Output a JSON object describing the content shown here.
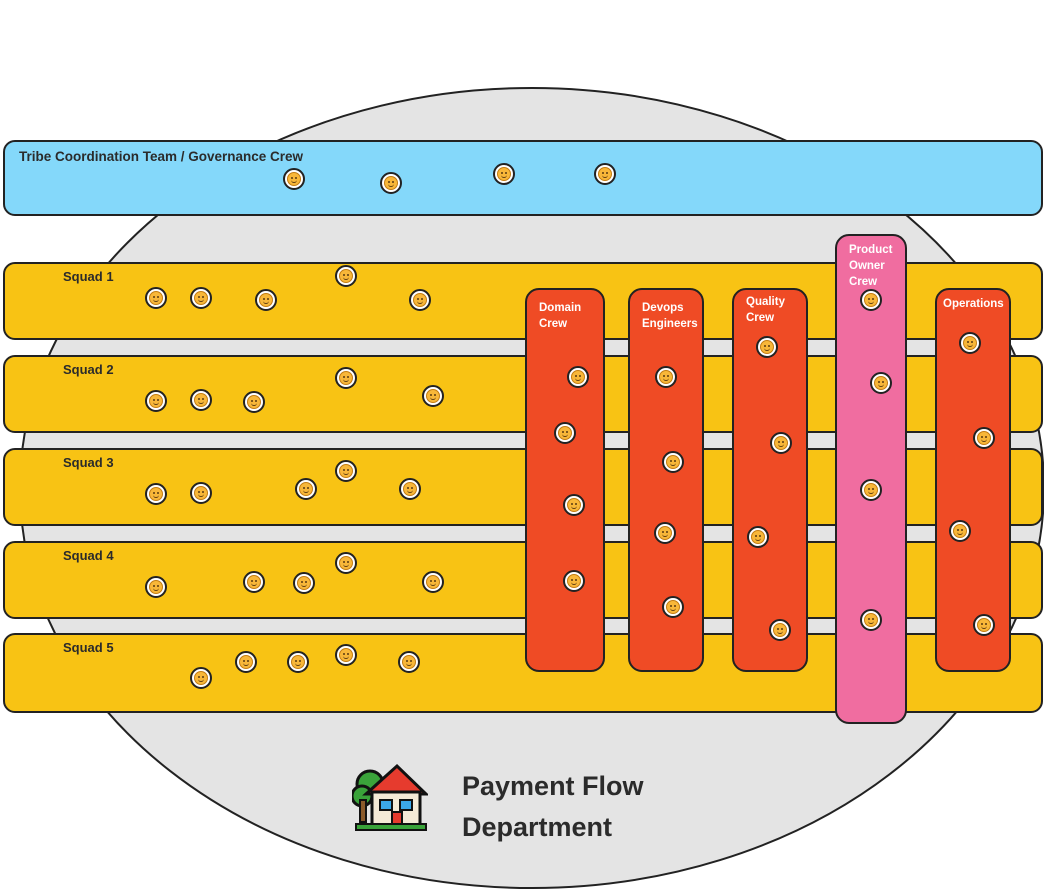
{
  "diagram": {
    "title_lines": [
      "Payment Flow",
      "Department"
    ],
    "house_icon": "house-with-garden-icon",
    "colors": {
      "background_circle": "#e4e4e4",
      "coordination_band": "#84d8fa",
      "squad_band": "#f8c314",
      "crew_column": "#ef4b25",
      "product_owner_column": "#f06da0",
      "outline": "#222222"
    },
    "coordination_team": {
      "label": "Tribe Coordination Team / Governance Crew",
      "member_icons": [
        "grinning-face-icon",
        "smiling-face-icon",
        "grinning-face-icon",
        "smiling-face-icon"
      ]
    },
    "squads": [
      {
        "label": "Squad 1",
        "member_icons": [
          "grinning-face-icon",
          "smiling-face-icon",
          "smiling-face-icon",
          "grinning-face-icon",
          "smiling-face-icon"
        ]
      },
      {
        "label": "Squad 2",
        "member_icons": [
          "grinning-face-icon",
          "smiling-face-icon",
          "smiling-face-icon",
          "grinning-face-icon",
          "smiling-face-icon"
        ]
      },
      {
        "label": "Squad 3",
        "member_icons": [
          "grinning-face-icon",
          "smiling-face-icon",
          "smiling-face-icon",
          "grinning-face-icon",
          "smiling-face-icon"
        ]
      },
      {
        "label": "Squad 4",
        "member_icons": [
          "grinning-face-icon",
          "smiling-face-icon",
          "smiling-face-icon",
          "grinning-face-icon",
          "smiling-face-icon"
        ]
      },
      {
        "label": "Squad 5",
        "member_icons": [
          "smiling-face-icon",
          "smiling-face-icon",
          "smiling-face-icon",
          "grinning-face-icon",
          "grinning-face-icon"
        ]
      }
    ],
    "crews": [
      {
        "label_lines": [
          "Domain",
          "Crew"
        ],
        "member_icons": [
          "smiling-face-icon",
          "smiling-face-icon",
          "smiling-face-icon",
          "smiling-face-icon"
        ]
      },
      {
        "label_lines": [
          "Devops",
          "Engineers"
        ],
        "member_icons": [
          "smiling-face-icon",
          "smiling-face-icon",
          "smiling-face-icon",
          "smiling-face-icon"
        ]
      },
      {
        "label_lines": [
          "Quality",
          "Crew"
        ],
        "member_icons": [
          "smiling-face-icon",
          "smiling-face-icon",
          "smiling-face-icon",
          "smiling-face-icon"
        ]
      },
      {
        "label_lines": [
          "Product",
          "Owner",
          "Crew"
        ],
        "member_icons": [
          "grinning-face-icon",
          "smiling-face-icon",
          "smiling-face-icon",
          "smiling-face-icon"
        ]
      },
      {
        "label_lines": [
          "Operations"
        ],
        "member_icons": [
          "smiling-face-icon",
          "smiling-face-icon",
          "smiling-face-icon",
          "smiling-face-icon"
        ]
      }
    ]
  }
}
